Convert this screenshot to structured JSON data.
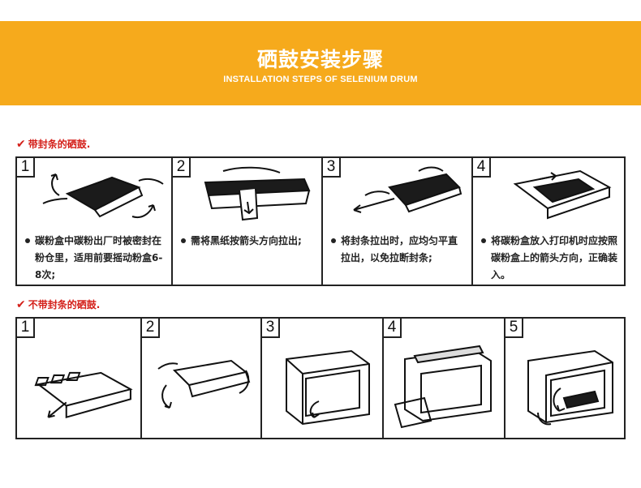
{
  "banner": {
    "title": "硒鼓安装步骤",
    "subtitle": "INSTALLATION STEPS OF SELENIUM DRUM",
    "color": "#f6aa1c"
  },
  "section1": {
    "heading": "带封条的硒鼓.",
    "steps": [
      {
        "num": "1",
        "text": "碳粉盒中碳粉出厂时被密封在粉仓里，适用前要摇动粉盒6-8次;"
      },
      {
        "num": "2",
        "text": "需将黑纸按箭头方向拉出;"
      },
      {
        "num": "3",
        "text": "将封条拉出时，应均匀平直拉出，以免拉断封条;"
      },
      {
        "num": "4",
        "text": "将碳粉盒放入打印机时应按照碳粉盒上的箭头方向，正确装入。"
      }
    ]
  },
  "section2": {
    "heading": "不带封条的硒鼓.",
    "steps": [
      {
        "num": "1"
      },
      {
        "num": "2"
      },
      {
        "num": "3"
      },
      {
        "num": "4"
      },
      {
        "num": "5"
      }
    ]
  },
  "colors": {
    "heading_red": "#d4201a",
    "border": "#222222"
  }
}
